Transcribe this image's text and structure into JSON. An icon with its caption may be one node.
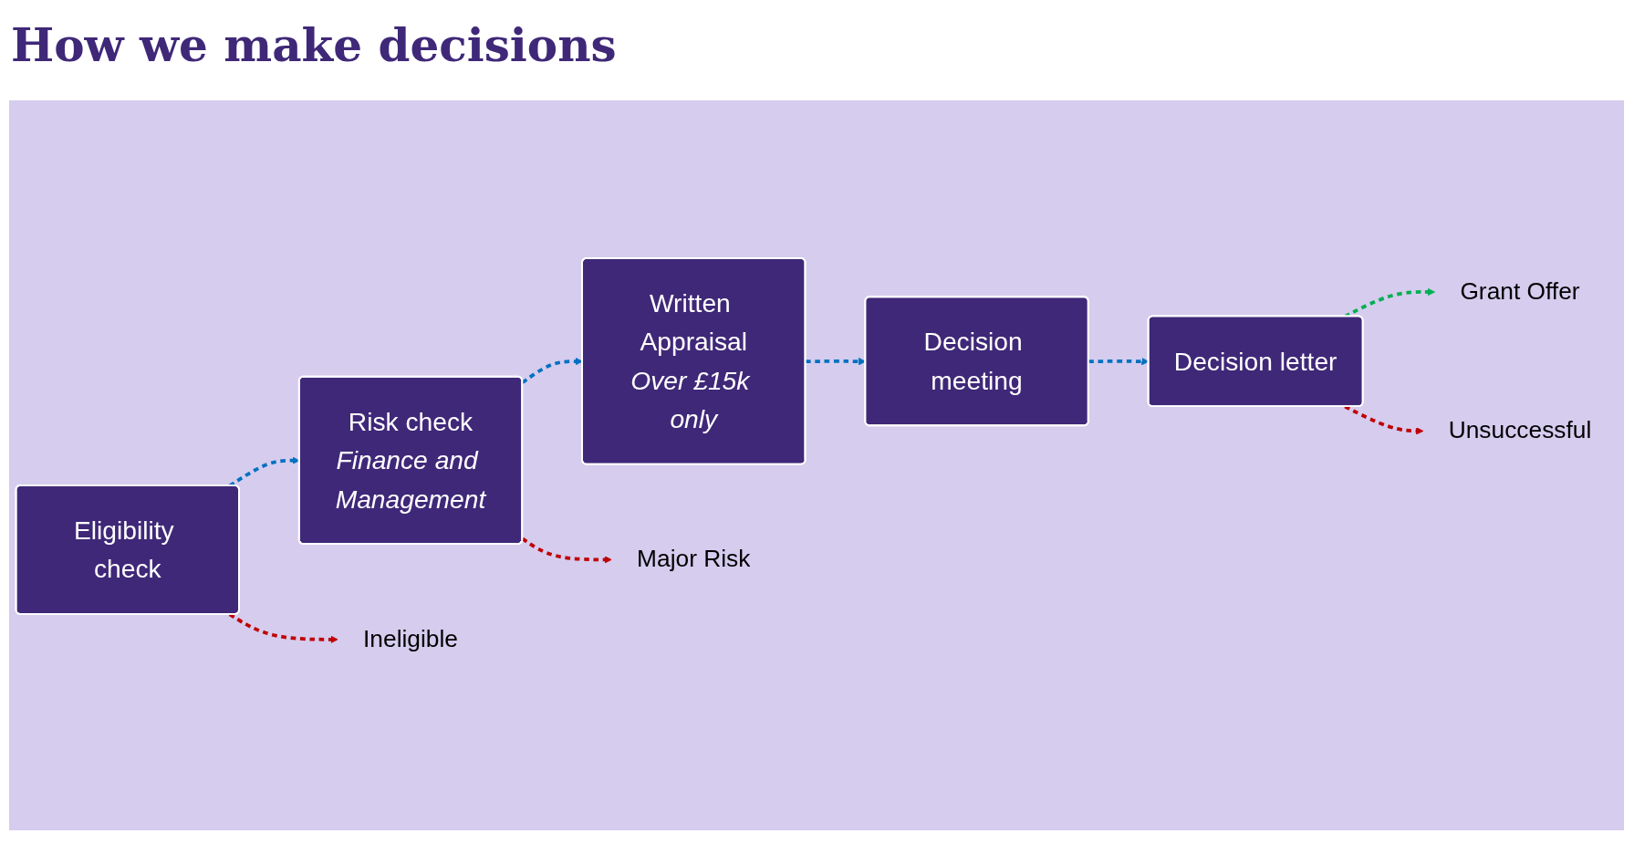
{
  "diagram": {
    "title": "How we make decisions",
    "nodes": [
      {
        "text": [
          "Eligibility check"
        ]
      },
      {
        "text": [
          "Risk check",
          "Finance and Management"
        ]
      },
      {
        "text": [
          "Written Appraisal",
          "Over £15k only"
        ]
      },
      {
        "text": [
          "Decision meeting"
        ]
      },
      {
        "text": [
          "Decision letter"
        ]
      },
      {
        "text": [
          "Grant Offer"
        ]
      },
      {
        "text": [
          "Ineligible"
        ]
      },
      {
        "text": [
          "Major Risk"
        ]
      },
      {
        "text": [
          "Unsuccessful"
        ]
      }
    ],
    "edges": [
      {
        "from": 0,
        "to": 1,
        "arrow": "to",
        "style": "dashed"
      },
      {
        "from": 1,
        "to": 2,
        "arrow": "to",
        "style": "dashed"
      },
      {
        "from": 2,
        "to": 3,
        "arrow": "to",
        "style": "dashed"
      },
      {
        "from": 3,
        "to": 4,
        "arrow": "to",
        "style": "dashed"
      },
      {
        "from": 4,
        "to": 5,
        "arrow": "to",
        "style": "dashed",
        "color": "#00b050"
      },
      {
        "from": 0,
        "to": 6,
        "arrow": "to",
        "style": "dashed",
        "color": "#c00000"
      },
      {
        "from": 1,
        "to": 7,
        "arrow": "to",
        "style": "dashed",
        "color": "#c00000"
      },
      {
        "from": 4,
        "to": 8,
        "arrow": "to",
        "style": "dashed",
        "color": "#c00000"
      }
    ]
  }
}
